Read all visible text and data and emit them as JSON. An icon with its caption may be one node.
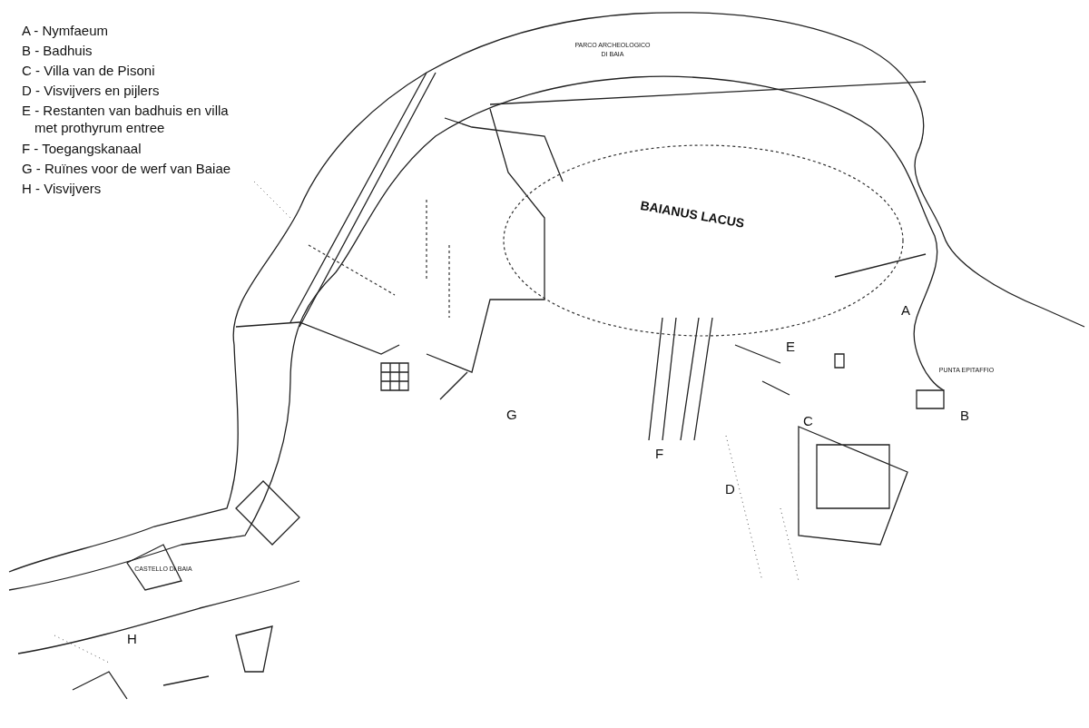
{
  "diagram": {
    "labels": [
      "A - Nymfaeum",
      "B - Badhuis",
      "C - Villa van de Pisoni",
      "D - Visvijvers en pijlers",
      "E - Restanten van badhuis en villa met prothyrum entree",
      "F - Toegangskanaal",
      "G - Ruïnes voor de werf van Baiae",
      "H - Visvijvers",
      "PARCO ARCHEOLOGICO DI BAIA",
      "BAIANUS LACUS",
      "A",
      "E",
      "PUNTA EPITAFFIO",
      "B",
      "C",
      "G",
      "F",
      "D",
      "CASTELLO DI BAIA",
      "H"
    ]
  }
}
